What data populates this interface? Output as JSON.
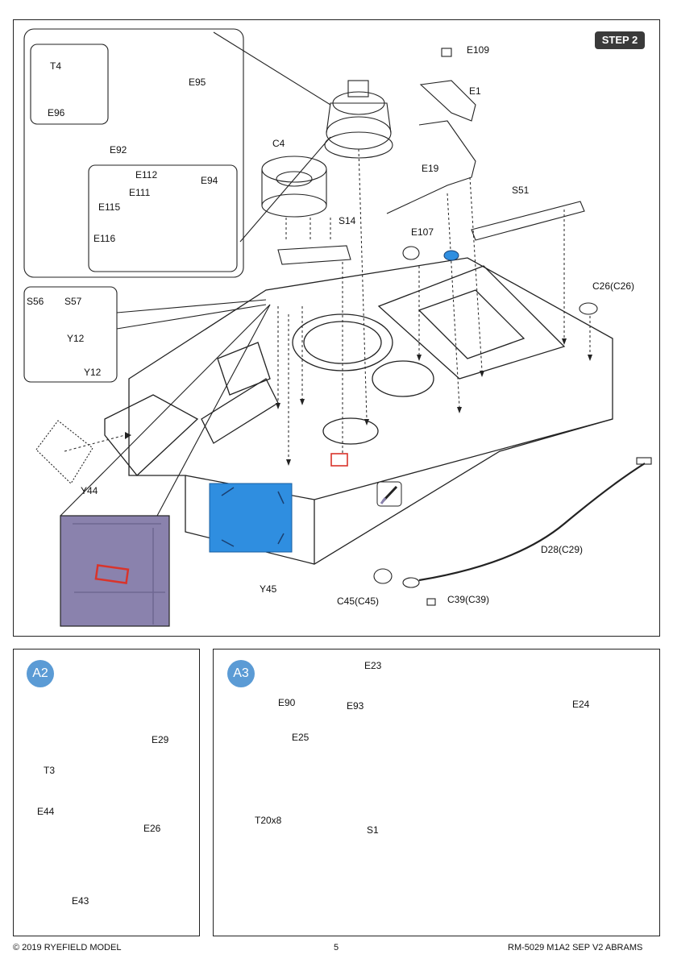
{
  "step_label": "STEP 2",
  "labels": {
    "T4": "T4",
    "E96": "E96",
    "E95": "E95",
    "E92": "E92",
    "E112": "E112",
    "E94": "E94",
    "E111": "E111",
    "E115": "E115",
    "E116": "E116",
    "C4": "C4",
    "S14": "S14",
    "E109": "E109",
    "E1": "E1",
    "E19": "E19",
    "S51": "S51",
    "E107": "E107",
    "C26": "C26(C26)",
    "S56": "S56",
    "S57": "S57",
    "Y12a": "Y12",
    "Y12b": "Y12",
    "Y44": "Y44",
    "Y45": "Y45",
    "D28": "D28(C29)",
    "C45": "C45(C45)",
    "C39": "C39(C39)",
    "A2": "A2",
    "E29": "E29",
    "T3": "T3",
    "E44": "E44",
    "E26": "E26",
    "E43": "E43",
    "A3": "A3",
    "E23": "E23",
    "E90": "E90",
    "E93": "E93",
    "E25": "E25",
    "E24": "E24",
    "T20x8": "T20x8",
    "S1": "S1"
  },
  "footer": {
    "copyright": "© 2019 RYEFIELD MODEL",
    "page": "5",
    "code": "RM-5029 M1A2 SEP V2 ABRAMS"
  },
  "colors": {
    "decal_blue": "#2f8ee0",
    "callout_violet": "#8a82ad",
    "badge_blue": "#5b9bd5",
    "badge_dark": "#3a3a3a",
    "photo_etch_red": "#d9342b"
  }
}
